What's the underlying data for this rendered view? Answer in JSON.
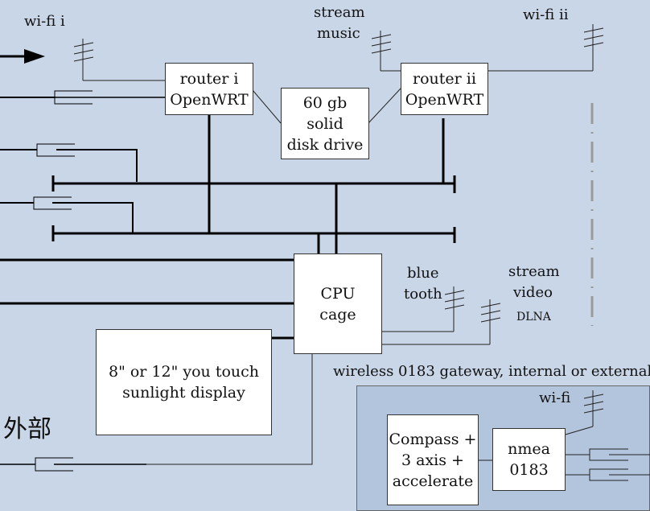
{
  "labels": {
    "wifi_1": "wi-fi  i",
    "stream_music_line1": "stream",
    "stream_music_line2": "music",
    "wifi_2": "wi-fi  ii",
    "bluetooth_line1": "blue",
    "bluetooth_line2": "tooth",
    "stream_video_line1": "stream",
    "stream_video_line2": "video",
    "stream_video_line3": "DLNA",
    "gateway_caption": "wireless 0183 gateway, internal or external",
    "gateway_wifi": "wi-fi",
    "external_chinese": "外部"
  },
  "boxes": {
    "router_1": {
      "line1": "router i",
      "line2": "OpenWRT"
    },
    "router_2": {
      "line1": "router ii",
      "line2": "OpenWRT"
    },
    "disk": {
      "line1": "60 gb",
      "line2": "solid",
      "line3": "disk drive"
    },
    "cpu": {
      "line1": "CPU",
      "line2": "cage"
    },
    "display": {
      "line1": "8\" or 12\" you touch",
      "line2": "sunlight display"
    },
    "compass": {
      "line1": "Compass +",
      "line2": "3 axis +",
      "line3": "accelerate"
    },
    "nmea": {
      "line1": "nmea",
      "line2": "0183"
    }
  },
  "colors": {
    "background": "#c9d6e7",
    "gateway_panel": "#b3c5dd",
    "box_fill": "#ffffff",
    "bus_line": "#111111",
    "dashed_line": "#9a9a9a"
  }
}
